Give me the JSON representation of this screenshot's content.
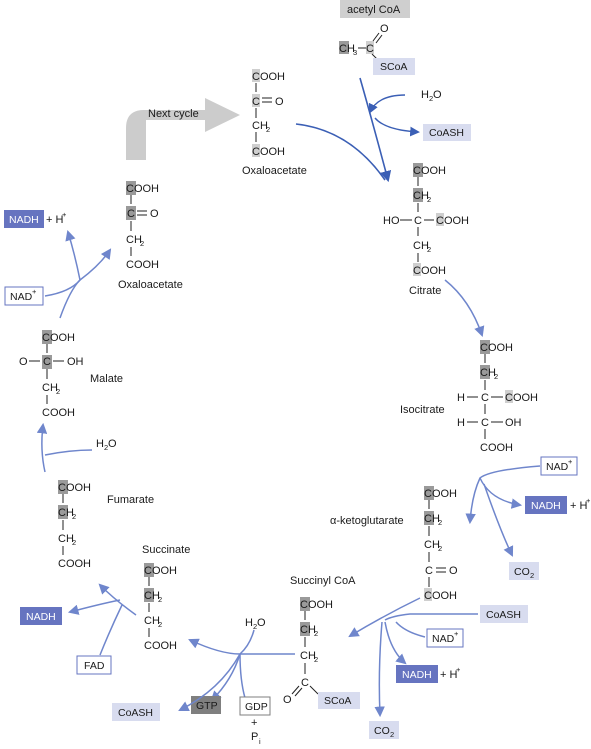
{
  "colors": {
    "arrow_blue": "#6f86cc",
    "arrow_dark_blue": "#3b5fb5",
    "nadh_fill": "#6674c0",
    "light_fill": "#d8dcef",
    "gray_fill": "#cfcfcf",
    "dark_gray": "#7f7f7f",
    "next_cycle_arrow": "#cccccc"
  },
  "cycle": {
    "next_cycle": "Next cycle",
    "acetyl_coa": "acetyl CoA",
    "intermediates": {
      "oxaloacetate": "Oxaloacetate",
      "citrate": "Citrate",
      "isocitrate": "Isocitrate",
      "a_ketoglutarate": "α-ketoglutarate",
      "succinyl_coa": "Succinyl CoA",
      "succinate": "Succinate",
      "fumarate": "Fumarate",
      "malate": "Malate",
      "oxaloacetate_bottom": "Oxaloacetate"
    },
    "cofactors": {
      "nad_plus": "NAD",
      "nadh": "NADH",
      "h_plus": "+ H",
      "coash": "CoASH",
      "scoa": "SCoA",
      "fad": "FAD",
      "gtp": "GTP",
      "gdp": "GDP",
      "plus": "+",
      "p": "P",
      "p_sub": "i",
      "h2o": "H",
      "co2": "CO",
      "sub2": "2",
      "sup_plus": "+"
    },
    "chem": {
      "cooh": "COOH",
      "ch2": "CH",
      "ch3": "CH",
      "sub3": "3",
      "c": "C",
      "o": "O",
      "h": "H",
      "oh": "OH",
      "ho": "HO",
      "dbl_o": "= O"
    }
  }
}
